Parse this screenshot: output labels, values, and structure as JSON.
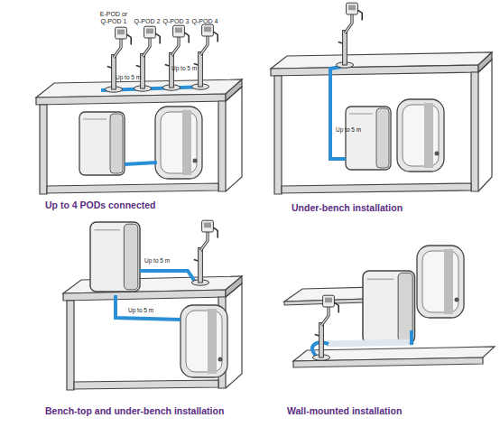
{
  "diagram": {
    "labels": [
      "E-POD or Q-POD 1",
      "Q-POD 2",
      "Q-POD 3",
      "Q-POD 4",
      "Up to 5 m",
      "Up to 5 m",
      "Up to 4 PODs connected",
      "Up to 5 m",
      "Under-bench installation",
      "Up to 5 m",
      "Up to 5 m",
      "Bench-top and under-bench installation",
      "Wall-mounted installation"
    ]
  }
}
